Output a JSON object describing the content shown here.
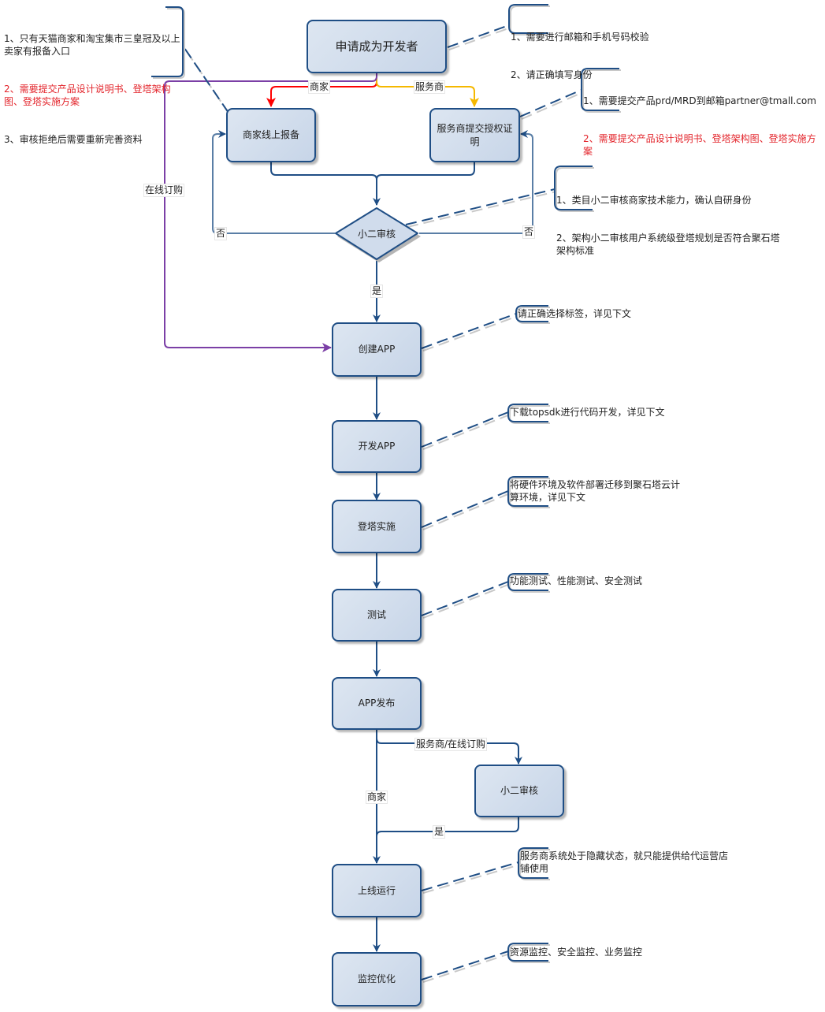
{
  "diagram": {
    "title": "申请成为开发者",
    "colors": {
      "node_border": "#1f4e85",
      "node_fill": "#d0dcec",
      "merchant_edge": "#ff0000",
      "provider_edge": "#f5b800",
      "online_order_edge": "#7b3fa6",
      "connector": "#1f4e85",
      "note_red": "#e3242b"
    },
    "nodes": {
      "apply": "申请成为开发者",
      "merchant_register": "商家线上报备",
      "provider_submit": "服务商提交授权证明",
      "review": "小二审核",
      "create_app": "创建APP",
      "develop_app": "开发APP",
      "deploy": "登塔实施",
      "test": "测试",
      "publish": "APP发布",
      "review2": "小二审核",
      "go_live": "上线运行",
      "monitor": "监控优化"
    },
    "edge_labels": {
      "merchant": "商家",
      "provider": "服务商",
      "online_order": "在线订购",
      "reject_left": "否",
      "reject_right": "否",
      "approve": "是",
      "provider_or_online": "服务商/在线订购",
      "merchant_path": "商家",
      "approve2": "是"
    },
    "notes": {
      "apply_note": [
        {
          "text": "1、需要进行邮箱和手机号码校验",
          "highlight": false
        },
        {
          "text": "2、请正确填写身份",
          "highlight": false
        }
      ],
      "merchant_note": [
        {
          "text": "1、只有天猫商家和淘宝集市三皇冠及以上卖家有报备入口",
          "highlight": false
        },
        {
          "text": "2、需要提交产品设计说明书、登塔架构图、登塔实施方案",
          "highlight": true
        },
        {
          "text": "3、审核拒绝后需要重新完善资料",
          "highlight": false
        }
      ],
      "provider_note": [
        {
          "text": "1、需要提交产品prd/MRD到邮箱partner@tmall.com",
          "highlight": false
        },
        {
          "text": "2、需要提交产品设计说明书、登塔架构图、登塔实施方案",
          "highlight": true
        }
      ],
      "review_note": [
        {
          "text": "1、类目小二审核商家技术能力，确认自研身份",
          "highlight": false
        },
        {
          "text": "2、架构小二审核用户系统级登塔规划是否符合聚石塔架构标准",
          "highlight": false
        }
      ],
      "create_note": "请正确选择标签，详见下文",
      "develop_note": "下载topsdk进行代码开发，详见下文",
      "deploy_note": "将硬件环境及软件部署迁移到聚石塔云计算环境，详见下文",
      "test_note": "功能测试、性能测试、安全测试",
      "go_live_note": "服务商系统处于隐藏状态，就只能提供给代运营店铺使用",
      "monitor_note": "资源监控、安全监控、业务监控"
    }
  }
}
